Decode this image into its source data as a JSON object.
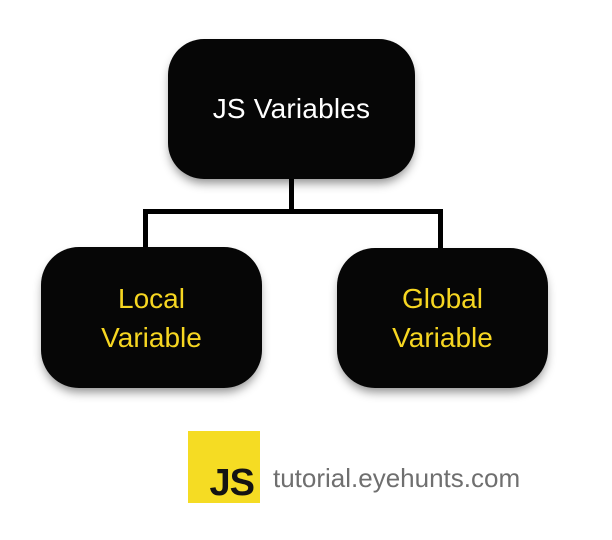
{
  "diagram": {
    "root": {
      "label": "JS Variables"
    },
    "children": [
      {
        "label": "Local\nVariable"
      },
      {
        "label": "Global\nVariable"
      }
    ]
  },
  "branding": {
    "logo_text": "JS",
    "website": "tutorial.eyehunts.com"
  },
  "colors": {
    "node_background": "#060606",
    "root_label": "#ffffff",
    "child_label": "#f6d621",
    "connector": "#000000",
    "logo_background": "#f5dc23",
    "logo_label": "#131313",
    "website_label": "#6f6f6f"
  }
}
